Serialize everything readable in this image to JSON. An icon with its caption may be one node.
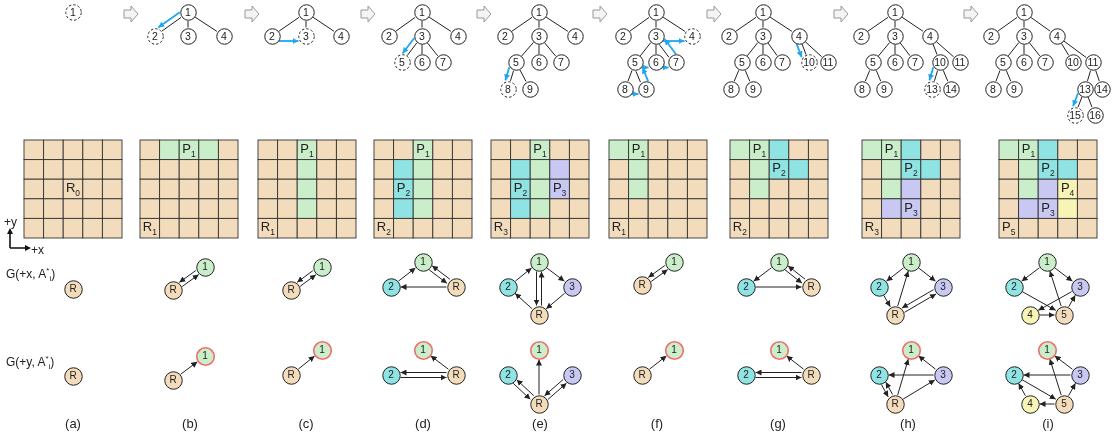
{
  "diagram": {
    "nodes": [
      {
        "text": [
          "1"
        ]
      },
      {
        "text": [
          "1"
        ]
      },
      {
        "text": [
          "2"
        ]
      },
      {
        "text": [
          "3"
        ]
      },
      {
        "text": [
          "4"
        ]
      },
      {
        "text": [
          "1"
        ]
      },
      {
        "text": [
          "2"
        ]
      },
      {
        "text": [
          "3"
        ]
      },
      {
        "text": [
          "4"
        ]
      },
      {
        "text": [
          "1"
        ]
      },
      {
        "text": [
          "2"
        ]
      },
      {
        "text": [
          "3"
        ]
      },
      {
        "text": [
          "4"
        ]
      },
      {
        "text": [
          "5"
        ]
      },
      {
        "text": [
          "6"
        ]
      },
      {
        "text": [
          "7"
        ]
      },
      {
        "text": [
          "1"
        ]
      },
      {
        "text": [
          "2"
        ]
      },
      {
        "text": [
          "3"
        ]
      },
      {
        "text": [
          "4"
        ]
      },
      {
        "text": [
          "5"
        ]
      },
      {
        "text": [
          "6"
        ]
      },
      {
        "text": [
          "7"
        ]
      },
      {
        "text": [
          "8"
        ]
      },
      {
        "text": [
          "9"
        ]
      },
      {
        "text": [
          "1"
        ]
      },
      {
        "text": [
          "2"
        ]
      },
      {
        "text": [
          "3"
        ]
      },
      {
        "text": [
          "4"
        ]
      },
      {
        "text": [
          "5"
        ]
      },
      {
        "text": [
          "6"
        ]
      },
      {
        "text": [
          "7"
        ]
      },
      {
        "text": [
          "8"
        ]
      },
      {
        "text": [
          "9"
        ]
      },
      {
        "text": [
          "1"
        ]
      },
      {
        "text": [
          "2"
        ]
      },
      {
        "text": [
          "3"
        ]
      },
      {
        "text": [
          "4"
        ]
      },
      {
        "text": [
          "5"
        ]
      },
      {
        "text": [
          "6"
        ]
      },
      {
        "text": [
          "7"
        ]
      },
      {
        "text": [
          "10"
        ]
      },
      {
        "text": [
          "11"
        ]
      },
      {
        "text": [
          "8"
        ]
      },
      {
        "text": [
          "9"
        ]
      },
      {
        "text": [
          "1"
        ]
      },
      {
        "text": [
          "2"
        ]
      },
      {
        "text": [
          "3"
        ]
      },
      {
        "text": [
          "4"
        ]
      },
      {
        "text": [
          "5"
        ]
      },
      {
        "text": [
          "6"
        ]
      },
      {
        "text": [
          "7"
        ]
      },
      {
        "text": [
          "10"
        ]
      },
      {
        "text": [
          "11"
        ]
      },
      {
        "text": [
          "8"
        ]
      },
      {
        "text": [
          "9"
        ]
      },
      {
        "text": [
          "13"
        ]
      },
      {
        "text": [
          "14"
        ]
      },
      {
        "text": [
          "1"
        ]
      },
      {
        "text": [
          "2"
        ]
      },
      {
        "text": [
          "3"
        ]
      },
      {
        "text": [
          "4"
        ]
      },
      {
        "text": [
          "5"
        ]
      },
      {
        "text": [
          "6"
        ]
      },
      {
        "text": [
          "7"
        ]
      },
      {
        "text": [
          "10"
        ]
      },
      {
        "text": [
          "11"
        ]
      },
      {
        "text": [
          "8"
        ]
      },
      {
        "text": [
          "9"
        ]
      },
      {
        "text": [
          "13"
        ]
      },
      {
        "text": [
          "14"
        ]
      },
      {
        "text": [
          "15"
        ]
      },
      {
        "text": [
          "16"
        ]
      },
      {
        "text": [
          "R"
        ]
      },
      {
        "text": [
          "1"
        ]
      },
      {
        "text": [
          "R"
        ]
      },
      {
        "text": [
          "1"
        ]
      },
      {
        "text": [
          "R"
        ]
      },
      {
        "text": [
          "1"
        ]
      },
      {
        "text": [
          "2"
        ]
      },
      {
        "text": [
          "R"
        ]
      },
      {
        "text": [
          "1"
        ]
      },
      {
        "text": [
          "2"
        ]
      },
      {
        "text": [
          "3"
        ]
      },
      {
        "text": [
          "R"
        ]
      },
      {
        "text": [
          "1"
        ]
      },
      {
        "text": [
          "R"
        ]
      },
      {
        "text": [
          "1"
        ]
      },
      {
        "text": [
          "2"
        ]
      },
      {
        "text": [
          "R"
        ]
      },
      {
        "text": [
          "1"
        ]
      },
      {
        "text": [
          "2"
        ]
      },
      {
        "text": [
          "3"
        ]
      },
      {
        "text": [
          "R"
        ]
      },
      {
        "text": [
          "1"
        ]
      },
      {
        "text": [
          "2"
        ]
      },
      {
        "text": [
          "3"
        ]
      },
      {
        "text": [
          "4"
        ]
      },
      {
        "text": [
          "5"
        ]
      },
      {
        "text": [
          "R"
        ]
      },
      {
        "text": [
          "1"
        ]
      },
      {
        "text": [
          "R"
        ]
      },
      {
        "text": [
          "1"
        ]
      },
      {
        "text": [
          "R"
        ]
      },
      {
        "text": [
          "1"
        ]
      },
      {
        "text": [
          "2"
        ]
      },
      {
        "text": [
          "R"
        ]
      },
      {
        "text": [
          "1"
        ]
      },
      {
        "text": [
          "2"
        ]
      },
      {
        "text": [
          "3"
        ]
      },
      {
        "text": [
          "R"
        ]
      },
      {
        "text": [
          "1"
        ]
      },
      {
        "text": [
          "R"
        ]
      },
      {
        "text": [
          "1"
        ]
      },
      {
        "text": [
          "2"
        ]
      },
      {
        "text": [
          "R"
        ]
      },
      {
        "text": [
          "1"
        ]
      },
      {
        "text": [
          "2"
        ]
      },
      {
        "text": [
          "3"
        ]
      },
      {
        "text": [
          "R"
        ]
      },
      {
        "text": [
          "1"
        ]
      },
      {
        "text": [
          "2"
        ]
      },
      {
        "text": [
          "3"
        ]
      },
      {
        "text": [
          "4"
        ]
      },
      {
        "text": [
          "5"
        ]
      }
    ],
    "edges": [
      {
        "from": 1,
        "to": 2,
        "arrow": "none"
      },
      {
        "from": 1,
        "to": 3,
        "arrow": "none"
      },
      {
        "from": 1,
        "to": 4,
        "arrow": "none"
      },
      {
        "from": 5,
        "to": 6,
        "arrow": "none"
      },
      {
        "from": 5,
        "to": 7,
        "arrow": "none"
      },
      {
        "from": 5,
        "to": 8,
        "arrow": "none"
      },
      {
        "from": 9,
        "to": 10,
        "arrow": "none"
      },
      {
        "from": 9,
        "to": 11,
        "arrow": "none"
      },
      {
        "from": 9,
        "to": 12,
        "arrow": "none"
      },
      {
        "from": 11,
        "to": 13,
        "arrow": "none"
      },
      {
        "from": 11,
        "to": 14,
        "arrow": "none"
      },
      {
        "from": 11,
        "to": 15,
        "arrow": "none"
      },
      {
        "from": 16,
        "to": 17,
        "arrow": "none"
      },
      {
        "from": 16,
        "to": 18,
        "arrow": "none"
      },
      {
        "from": 16,
        "to": 19,
        "arrow": "none"
      },
      {
        "from": 18,
        "to": 20,
        "arrow": "none"
      },
      {
        "from": 18,
        "to": 21,
        "arrow": "none"
      },
      {
        "from": 18,
        "to": 22,
        "arrow": "none"
      },
      {
        "from": 20,
        "to": 23,
        "arrow": "none"
      },
      {
        "from": 20,
        "to": 24,
        "arrow": "none"
      },
      {
        "from": 25,
        "to": 26,
        "arrow": "none"
      },
      {
        "from": 25,
        "to": 27,
        "arrow": "none"
      },
      {
        "from": 25,
        "to": 28,
        "arrow": "none"
      },
      {
        "from": 27,
        "to": 29,
        "arrow": "none"
      },
      {
        "from": 27,
        "to": 30,
        "arrow": "none"
      },
      {
        "from": 27,
        "to": 31,
        "arrow": "none"
      },
      {
        "from": 29,
        "to": 32,
        "arrow": "none"
      },
      {
        "from": 29,
        "to": 33,
        "arrow": "none"
      },
      {
        "from": 34,
        "to": 35,
        "arrow": "none"
      },
      {
        "from": 34,
        "to": 36,
        "arrow": "none"
      },
      {
        "from": 34,
        "to": 37,
        "arrow": "none"
      },
      {
        "from": 36,
        "to": 38,
        "arrow": "none"
      },
      {
        "from": 36,
        "to": 39,
        "arrow": "none"
      },
      {
        "from": 36,
        "to": 40,
        "arrow": "none"
      },
      {
        "from": 37,
        "to": 41,
        "arrow": "none"
      },
      {
        "from": 37,
        "to": 42,
        "arrow": "none"
      },
      {
        "from": 38,
        "to": 43,
        "arrow": "none"
      },
      {
        "from": 38,
        "to": 44,
        "arrow": "none"
      },
      {
        "from": 45,
        "to": 46,
        "arrow": "none"
      },
      {
        "from": 45,
        "to": 47,
        "arrow": "none"
      },
      {
        "from": 45,
        "to": 48,
        "arrow": "none"
      },
      {
        "from": 47,
        "to": 49,
        "arrow": "none"
      },
      {
        "from": 47,
        "to": 50,
        "arrow": "none"
      },
      {
        "from": 47,
        "to": 51,
        "arrow": "none"
      },
      {
        "from": 48,
        "to": 52,
        "arrow": "none"
      },
      {
        "from": 48,
        "to": 53,
        "arrow": "none"
      },
      {
        "from": 49,
        "to": 54,
        "arrow": "none"
      },
      {
        "from": 49,
        "to": 55,
        "arrow": "none"
      },
      {
        "from": 52,
        "to": 56,
        "arrow": "none"
      },
      {
        "from": 52,
        "to": 57,
        "arrow": "none"
      },
      {
        "from": 58,
        "to": 59,
        "arrow": "none"
      },
      {
        "from": 58,
        "to": 60,
        "arrow": "none"
      },
      {
        "from": 58,
        "to": 61,
        "arrow": "none"
      },
      {
        "from": 60,
        "to": 62,
        "arrow": "none"
      },
      {
        "from": 60,
        "to": 63,
        "arrow": "none"
      },
      {
        "from": 60,
        "to": 64,
        "arrow": "none"
      },
      {
        "from": 61,
        "to": 65,
        "arrow": "none"
      },
      {
        "from": 61,
        "to": 66,
        "arrow": "none"
      },
      {
        "from": 62,
        "to": 67,
        "arrow": "none"
      },
      {
        "from": 62,
        "to": 68,
        "arrow": "none"
      },
      {
        "from": 66,
        "to": 69,
        "arrow": "none"
      },
      {
        "from": 66,
        "to": 70,
        "arrow": "none"
      },
      {
        "from": 69,
        "to": 71,
        "arrow": "none"
      },
      {
        "from": 69,
        "to": 72,
        "arrow": "none"
      },
      {
        "from": 1,
        "to": 2,
        "arrow": "to",
        "color": "#1ea8f0"
      },
      {
        "from": 6,
        "to": 7,
        "arrow": "to",
        "color": "#1ea8f0"
      },
      {
        "from": 11,
        "to": 13,
        "arrow": "to",
        "color": "#1ea8f0"
      },
      {
        "from": 20,
        "to": 23,
        "arrow": "to",
        "color": "#1ea8f0"
      },
      {
        "from": 32,
        "to": 33,
        "arrow": "to",
        "color": "#1ea8f0"
      },
      {
        "from": 33,
        "to": 29,
        "arrow": "to",
        "color": "#1ea8f0"
      },
      {
        "from": 29,
        "to": 30,
        "arrow": "to",
        "color": "#1ea8f0"
      },
      {
        "from": 30,
        "to": 31,
        "arrow": "to",
        "color": "#1ea8f0"
      },
      {
        "from": 31,
        "to": 27,
        "arrow": "to",
        "color": "#1ea8f0"
      },
      {
        "from": 27,
        "to": 28,
        "arrow": "to",
        "color": "#1ea8f0"
      },
      {
        "from": 37,
        "to": 41,
        "arrow": "to",
        "color": "#1ea8f0"
      },
      {
        "from": 52,
        "to": 56,
        "arrow": "to",
        "color": "#1ea8f0"
      },
      {
        "from": 69,
        "to": 71,
        "arrow": "to",
        "color": "#1ea8f0"
      },
      {
        "from": 75,
        "to": 74,
        "arrow": "to"
      },
      {
        "from": 74,
        "to": 75,
        "arrow": "to"
      },
      {
        "from": 77,
        "to": 76,
        "arrow": "to"
      },
      {
        "from": 76,
        "to": 77,
        "arrow": "to"
      },
      {
        "from": 79,
        "to": 78,
        "arrow": "to"
      },
      {
        "from": 78,
        "to": 80,
        "arrow": "to"
      },
      {
        "from": 80,
        "to": 78,
        "arrow": "to"
      },
      {
        "from": 80,
        "to": 79,
        "arrow": "to"
      },
      {
        "from": 82,
        "to": 81,
        "arrow": "to"
      },
      {
        "from": 81,
        "to": 83,
        "arrow": "to"
      },
      {
        "from": 81,
        "to": 84,
        "arrow": "to"
      },
      {
        "from": 84,
        "to": 81,
        "arrow": "to"
      },
      {
        "from": 84,
        "to": 82,
        "arrow": "to"
      },
      {
        "from": 83,
        "to": 84,
        "arrow": "to"
      },
      {
        "from": 86,
        "to": 85,
        "arrow": "to"
      },
      {
        "from": 85,
        "to": 86,
        "arrow": "to"
      },
      {
        "from": 87,
        "to": 88,
        "arrow": "to"
      },
      {
        "from": 88,
        "to": 89,
        "arrow": "to"
      },
      {
        "from": 87,
        "to": 89,
        "arrow": "to"
      },
      {
        "from": 89,
        "to": 87,
        "arrow": "to"
      },
      {
        "from": 90,
        "to": 91,
        "arrow": "to"
      },
      {
        "from": 90,
        "to": 92,
        "arrow": "to"
      },
      {
        "from": 93,
        "to": 90,
        "arrow": "to"
      },
      {
        "from": 91,
        "to": 93,
        "arrow": "to"
      },
      {
        "from": 93,
        "to": 92,
        "arrow": "to"
      },
      {
        "from": 92,
        "to": 93,
        "arrow": "to"
      },
      {
        "from": 94,
        "to": 95,
        "arrow": "to"
      },
      {
        "from": 94,
        "to": 96,
        "arrow": "to"
      },
      {
        "from": 98,
        "to": 94,
        "arrow": "to"
      },
      {
        "from": 95,
        "to": 98,
        "arrow": "to"
      },
      {
        "from": 96,
        "to": 97,
        "arrow": "to"
      },
      {
        "from": 97,
        "to": 98,
        "arrow": "to"
      },
      {
        "from": 98,
        "to": 96,
        "arrow": "to"
      },
      {
        "from": 101,
        "to": 100,
        "arrow": "to"
      },
      {
        "from": 103,
        "to": 102,
        "arrow": "to"
      },
      {
        "from": 106,
        "to": 104,
        "arrow": "to"
      },
      {
        "from": 105,
        "to": 106,
        "arrow": "to"
      },
      {
        "from": 106,
        "to": 105,
        "arrow": "to"
      },
      {
        "from": 110,
        "to": 107,
        "arrow": "to"
      },
      {
        "from": 108,
        "to": 110,
        "arrow": "to"
      },
      {
        "from": 110,
        "to": 108,
        "arrow": "to"
      },
      {
        "from": 110,
        "to": 109,
        "arrow": "to"
      },
      {
        "from": 109,
        "to": 110,
        "arrow": "to"
      },
      {
        "from": 112,
        "to": 111,
        "arrow": "to"
      },
      {
        "from": 115,
        "to": 113,
        "arrow": "to"
      },
      {
        "from": 114,
        "to": 115,
        "arrow": "to"
      },
      {
        "from": 115,
        "to": 114,
        "arrow": "to"
      },
      {
        "from": 118,
        "to": 116,
        "arrow": "to"
      },
      {
        "from": 118,
        "to": 117,
        "arrow": "to"
      },
      {
        "from": 119,
        "to": 116,
        "arrow": "to"
      },
      {
        "from": 119,
        "to": 118,
        "arrow": "to"
      },
      {
        "from": 117,
        "to": 119,
        "arrow": "to"
      },
      {
        "from": 119,
        "to": 117,
        "arrow": "to"
      },
      {
        "from": 122,
        "to": 120,
        "arrow": "to"
      },
      {
        "from": 122,
        "to": 121,
        "arrow": "to"
      },
      {
        "from": 124,
        "to": 120,
        "arrow": "to"
      },
      {
        "from": 121,
        "to": 124,
        "arrow": "to"
      },
      {
        "from": 124,
        "to": 122,
        "arrow": "to"
      },
      {
        "from": 124,
        "to": 123,
        "arrow": "to"
      },
      {
        "from": 123,
        "to": 121,
        "arrow": "to"
      }
    ],
    "labels": [
      "R$_{0}$",
      "+y",
      "P$_{1}$",
      "R$_{1}$",
      "P$_{1}$",
      "R$_{1}$",
      "P$_{1}$",
      "P$_{2}$",
      "R$_{2}$",
      "P$_{1}$",
      "P$_{2}$",
      "P$_{3}$",
      "R$_{3}$",
      "P$_{1}$",
      "R$_{1}$",
      "P$_{1}$",
      "P$_{2}$",
      "R$_{2}$",
      "P$_{1}$",
      "P$_{2}$",
      "P$_{3}$",
      "R$_{3}$",
      "P$_{1}$",
      "P$_{2}$",
      "P$_{4}$",
      "P$_{3}$",
      "P$_{5}$",
      "+x",
      "G(+x, A$^{*}$$_{i}$)",
      "G(+y, A$^{*}$$_{i}$)",
      "(a)",
      "(b)",
      "(c)",
      "(d)",
      "(e)",
      "(f)",
      "(g)",
      "(h)",
      "(i)"
    ]
  }
}
